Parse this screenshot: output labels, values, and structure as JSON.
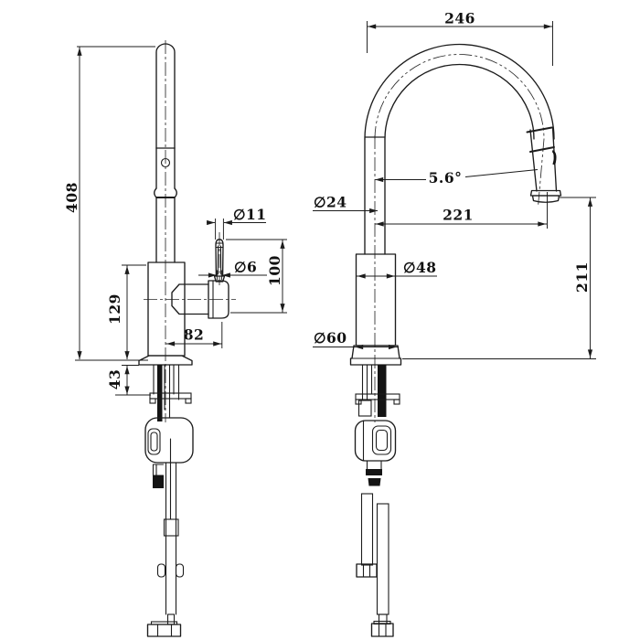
{
  "drawing": {
    "type": "faucet-technical-drawing",
    "line_color": "#1c1c1c",
    "background": "#ffffff",
    "side_view": {
      "overall_height": "408",
      "body_height": "129",
      "shank_length": "43",
      "handle_reach": "82",
      "handle_knob_dia": "∅11",
      "handle_stem_dia": "∅6",
      "handle_height": "100"
    },
    "front_view": {
      "spout_span": "246",
      "spout_angle": "5.6°",
      "spout_tube_dia": "∅24",
      "spout_reach": "221",
      "body_dia": "∅48",
      "base_dia": "∅60",
      "outlet_height": "211"
    }
  }
}
